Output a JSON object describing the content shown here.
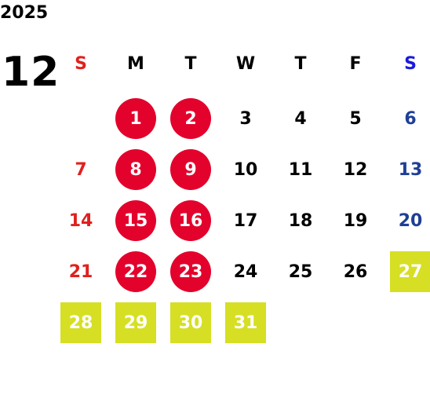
{
  "calendar": {
    "year": "2025",
    "month": "12",
    "weekdays": [
      {
        "label": "S",
        "kind": "sun"
      },
      {
        "label": "M",
        "kind": "wd"
      },
      {
        "label": "T",
        "kind": "wd"
      },
      {
        "label": "W",
        "kind": "wd"
      },
      {
        "label": "T",
        "kind": "wd"
      },
      {
        "label": "F",
        "kind": "wd"
      },
      {
        "label": "S",
        "kind": "sat"
      }
    ],
    "weeks": [
      [
        null,
        {
          "d": "1",
          "mark": "circle"
        },
        {
          "d": "2",
          "mark": "circle"
        },
        {
          "d": "3"
        },
        {
          "d": "4"
        },
        {
          "d": "5"
        },
        {
          "d": "6"
        }
      ],
      [
        {
          "d": "7"
        },
        {
          "d": "8",
          "mark": "circle"
        },
        {
          "d": "9",
          "mark": "circle"
        },
        {
          "d": "10"
        },
        {
          "d": "11"
        },
        {
          "d": "12"
        },
        {
          "d": "13"
        }
      ],
      [
        {
          "d": "14"
        },
        {
          "d": "15",
          "mark": "circle"
        },
        {
          "d": "16",
          "mark": "circle"
        },
        {
          "d": "17"
        },
        {
          "d": "18"
        },
        {
          "d": "19"
        },
        {
          "d": "20"
        }
      ],
      [
        {
          "d": "21"
        },
        {
          "d": "22",
          "mark": "circle"
        },
        {
          "d": "23",
          "mark": "circle"
        },
        {
          "d": "24"
        },
        {
          "d": "25"
        },
        {
          "d": "26"
        },
        {
          "d": "27",
          "mark": "square"
        }
      ],
      [
        {
          "d": "28",
          "mark": "square"
        },
        {
          "d": "29",
          "mark": "square"
        },
        {
          "d": "30",
          "mark": "square"
        },
        {
          "d": "31",
          "mark": "square"
        },
        null,
        null,
        null
      ]
    ]
  },
  "colors": {
    "sunday_header": "#e0201e",
    "saturday_header": "#1a1adc",
    "sunday_date": "#e0201e",
    "saturday_date": "#1f3f96",
    "weekday": "#000000",
    "circle_mark": "#e3022c",
    "square_mark": "#d6df23",
    "mark_text": "#ffffff"
  }
}
